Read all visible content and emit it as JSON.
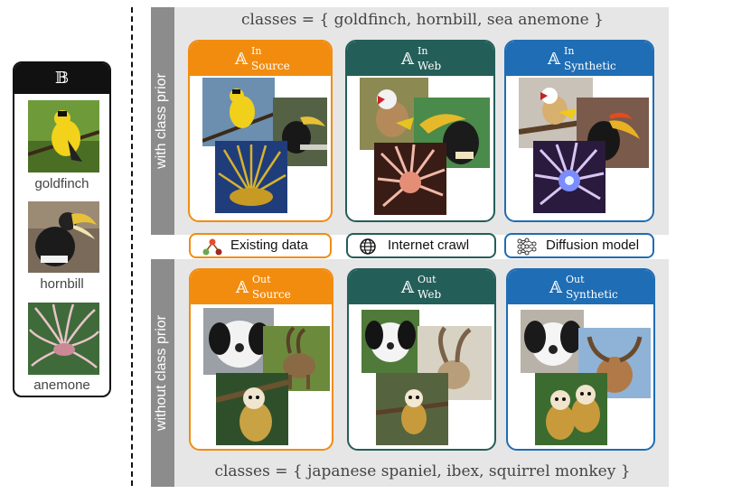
{
  "b_panel": {
    "symbol": "𝔹",
    "items": [
      "goldfinch",
      "hornbill",
      "anemone"
    ]
  },
  "top_row": {
    "side_label": "with class prior",
    "classes_text": "classes = { goldfinch, hornbill, sea anemone }",
    "cards": [
      {
        "symbol": "𝔸",
        "sup": "In",
        "sub": "Source"
      },
      {
        "symbol": "𝔸",
        "sup": "In",
        "sub": "Web"
      },
      {
        "symbol": "𝔸",
        "sup": "In",
        "sub": "Synthetic"
      }
    ]
  },
  "legend": [
    {
      "label": "Existing data",
      "icon": "dataset-tree-icon"
    },
    {
      "label": "Internet crawl",
      "icon": "globe-icon"
    },
    {
      "label": "Diffusion model",
      "icon": "network-icon"
    }
  ],
  "bottom_row": {
    "side_label": "without class prior",
    "classes_text": "classes = {  japanese spaniel, ibex, squirrel monkey  }",
    "cards": [
      {
        "symbol": "𝔸",
        "sup": "Out",
        "sub": "Source"
      },
      {
        "symbol": "𝔸",
        "sup": "Out",
        "sub": "Web"
      },
      {
        "symbol": "𝔸",
        "sup": "Out",
        "sub": "Synthetic"
      }
    ]
  },
  "colors": {
    "source": "#f28c0f",
    "web": "#245e59",
    "synthetic": "#1f6db4",
    "row_background": "#e6e6e6",
    "side_strip": "#8c8c8c"
  }
}
